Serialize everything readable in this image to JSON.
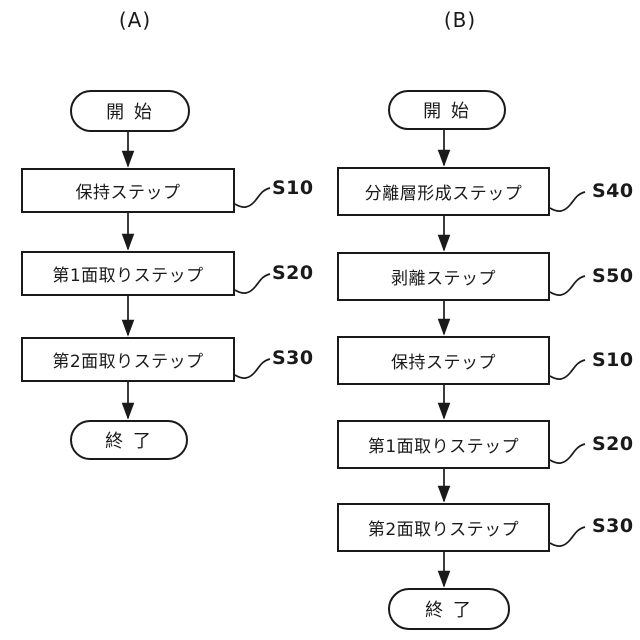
{
  "figure": {
    "colors": {
      "line": "#1a1a1a",
      "background": "#ffffff"
    },
    "flowcharts": [
      {
        "title": "(A)",
        "start_label": "開 始",
        "end_label": "終 了",
        "steps": [
          {
            "label": "保持ステップ",
            "code": "S10"
          },
          {
            "label": "第1面取りステップ",
            "code": "S20"
          },
          {
            "label": "第2面取りステップ",
            "code": "S30"
          }
        ]
      },
      {
        "title": "(B)",
        "start_label": "開 始",
        "end_label": "終 了",
        "steps": [
          {
            "label": "分離層形成ステップ",
            "code": "S40"
          },
          {
            "label": "剥離ステップ",
            "code": "S50"
          },
          {
            "label": "保持ステップ",
            "code": "S10"
          },
          {
            "label": "第1面取りステップ",
            "code": "S20"
          },
          {
            "label": "第2面取りステップ",
            "code": "S30"
          }
        ]
      }
    ]
  }
}
